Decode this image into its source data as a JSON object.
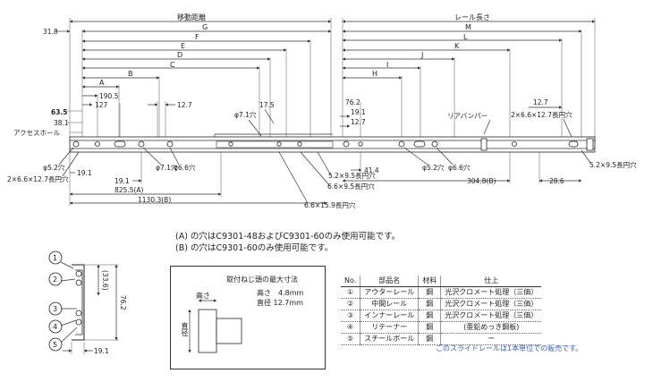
{
  "top": {
    "travel_label": "移動距離",
    "rail_label": "レール長さ",
    "dim_31_8": "31.8",
    "letters_left": [
      "G",
      "F",
      "E",
      "D",
      "C",
      "B",
      "A"
    ],
    "letters_right": [
      "M",
      "L",
      "K",
      "J",
      "I",
      "H"
    ]
  },
  "dims": {
    "d63_5": "63.5",
    "d38_1": "38.1",
    "d127": "127",
    "d190_5": "190.5",
    "d12_7a": "12.7",
    "d17_5": "17.5",
    "d71hole_top": "φ7.1穴",
    "d76_2": "76.2",
    "d19_1a": "19.1",
    "d12_7b": "12.7",
    "d12_7c": "12.7",
    "slot_2x66": "2×6.6×12.7長円穴",
    "rear_bumper": "リアバンパー",
    "access_hole": "アクセスホール",
    "d5_2a": "φ5.2穴",
    "d19_1b": "19.1",
    "d71hole": "φ7.1穴",
    "d66hole": "φ6.6穴",
    "slot_left": "2×6.6×12.7長円穴",
    "d19_1c": "19.1",
    "d825_5": "825.5(A)",
    "d1130_3": "1130.3(B)",
    "slot_52": "5.2×9.5長円穴",
    "slot_66a": "6.6×9.5長円穴",
    "slot_66b": "6.6×15.9長円穴",
    "d41_4": "41.4",
    "d5_2b": "φ5.2穴",
    "d6_6b": "φ6.6穴",
    "d304_8": "304.8(B)",
    "d28_6": "28.6",
    "slot_52r": "5.2×9.5長円穴"
  },
  "notes": [
    "(A) の穴はC9301-48およびC9301-60のみ使用可能です。",
    "(B) の穴はC9301-60のみ使用可能です。"
  ],
  "section": {
    "numbers": [
      "1",
      "2",
      "3",
      "4",
      "5"
    ],
    "d33_6": "(33.6)",
    "d76_2": "76.2",
    "d19_1": "19.1"
  },
  "screw_box": {
    "title": "取付ねじ頭の最大寸法",
    "height_label": "高さ",
    "height_value": "高さ　4.8mm",
    "diameter_value": "直径 12.7mm",
    "diameter_label": "直径"
  },
  "parts_table": {
    "headers": [
      "No.",
      "部品名",
      "材料",
      "仕上"
    ],
    "rows": [
      [
        "①",
        "アウターレール",
        "鋼",
        "光沢クロメート処理（三価）"
      ],
      [
        "②",
        "中間レール",
        "鋼",
        "光沢クロメート処理（三価）"
      ],
      [
        "③",
        "インナーレール",
        "鋼",
        "光沢クロメート処理（三価）"
      ],
      [
        "④",
        "リテーナー",
        "鋼",
        "(亜鉛めっき鋼板)"
      ],
      [
        "⑤",
        "スチールボール",
        "鋼",
        "ー"
      ]
    ],
    "caption": "このスライドレールは1本単位での販売です。"
  }
}
